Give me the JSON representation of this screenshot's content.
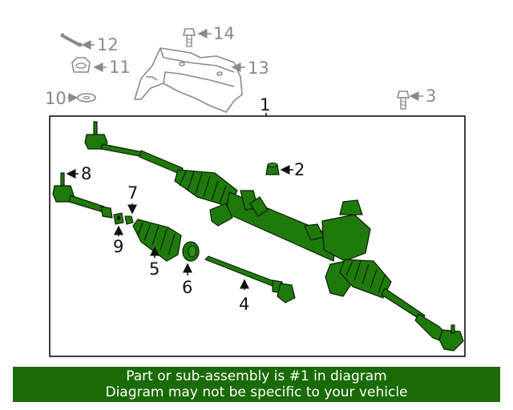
{
  "callouts": {
    "c1": "1",
    "c2": "2",
    "c3": "3",
    "c4": "4",
    "c5": "5",
    "c6": "6",
    "c7": "7",
    "c8": "8",
    "c9": "9",
    "c10": "10",
    "c11": "11",
    "c12": "12",
    "c13": "13",
    "c14": "14"
  },
  "banner": {
    "line1": "Part or sub-assembly is #1 in diagram",
    "line2": "Diagram may not be specific to your vehicle"
  },
  "colors": {
    "part_green": "#1f7a0c",
    "banner_green": "#1a6b07",
    "outline": "#111111",
    "gray_part": "#8a8a8a"
  }
}
